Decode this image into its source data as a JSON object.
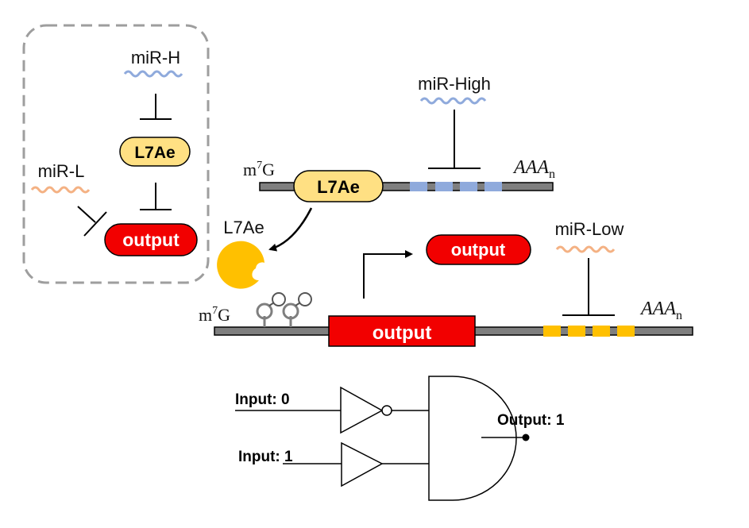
{
  "colors": {
    "pill_yellow": "#FFE083",
    "pill_red": "#F20000",
    "site_blue": "#8FAADC",
    "site_orange": "#FFC000",
    "protein_yellow": "#FFC000",
    "wave_blue": "#8FAADC",
    "wave_orange": "#F4B183",
    "strand_gray": "#7F7F7F"
  },
  "inset": {
    "mir_h_label": "miR-H",
    "mir_l_label": "miR-L",
    "l7ae_label": "L7Ae",
    "output_label": "output"
  },
  "top_mrna": {
    "cap_base": "m",
    "cap_sup": "7",
    "cap_tail": "G",
    "l7ae_label": "L7Ae",
    "mirna_label": "miR-High",
    "polya_base": "AAA",
    "polya_sub": "n"
  },
  "middle": {
    "protein_label": "L7Ae",
    "output_label": "output"
  },
  "bottom_mrna": {
    "cap_base": "m",
    "cap_sup": "7",
    "cap_tail": "G",
    "output_label": "output",
    "mirna_label": "miR-Low",
    "polya_base": "AAA",
    "polya_sub": "n"
  },
  "logic": {
    "input_a": "Input: 0",
    "input_b": "Input: 1",
    "output": "Output: 1"
  }
}
